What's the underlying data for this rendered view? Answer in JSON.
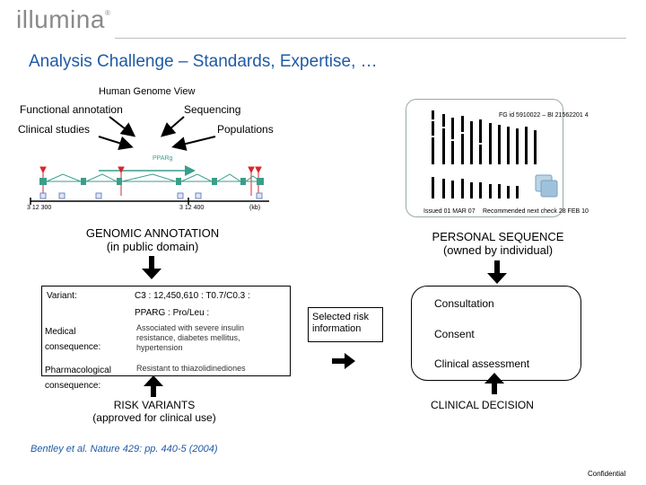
{
  "header": {
    "logo": "illumina",
    "logo_mark": "®",
    "title": "Analysis Challenge – Standards, Expertise, …"
  },
  "genome_view": {
    "title": "Human Genome View",
    "functional_annotation": "Functional annotation",
    "sequencing": "Sequencing",
    "clinical_studies": "Clinical studies",
    "populations": "Populations",
    "gene_label": "PPARg",
    "coord_left": "3 12 300",
    "coord_right": "3 12 400",
    "unit": "(kb)"
  },
  "sequence_panel": {
    "top_label": "FG   id  5910022 – BI 21562201 4",
    "bottom_left": "Issued  01  MAR 07",
    "bottom_right": "Recommended next check  28 FEB 10"
  },
  "genomic_annotation": {
    "title": "GENOMIC ANNOTATION",
    "subtitle": "(in public domain)"
  },
  "personal_sequence": {
    "title": "PERSONAL SEQUENCE",
    "subtitle": "(owned by individual)"
  },
  "variant_table": {
    "rows": [
      {
        "label": "Variant:",
        "value": "C3 : 12,450,610 : T0.7/C0.3 :"
      },
      {
        "label": "",
        "value": "PPARG : Pro/Leu :"
      },
      {
        "label": "Medical consequence:",
        "value": "Associated with severe insulin resistance, diabetes mellitus, hypertension"
      },
      {
        "label": "Pharmacological consequence:",
        "value": "Resistant to thiazolidinediones"
      }
    ]
  },
  "risk_box": {
    "text": "Selected risk information"
  },
  "clinical_box": {
    "items": [
      "Consultation",
      "Consent",
      "Clinical assessment"
    ]
  },
  "risk_variants": {
    "title": "RISK VARIANTS",
    "subtitle": "(approved for clinical use)"
  },
  "clinical_decision": "CLINICAL DECISION",
  "citation": "Bentley et al. Nature 429: pp. 440-5 (2004)",
  "footer": "Confidential",
  "colors": {
    "title_blue": "#1f5aa6",
    "gene_green": "#3a9e8a",
    "marker_red": "#d9242b",
    "snp_blue": "#6f86bf"
  }
}
